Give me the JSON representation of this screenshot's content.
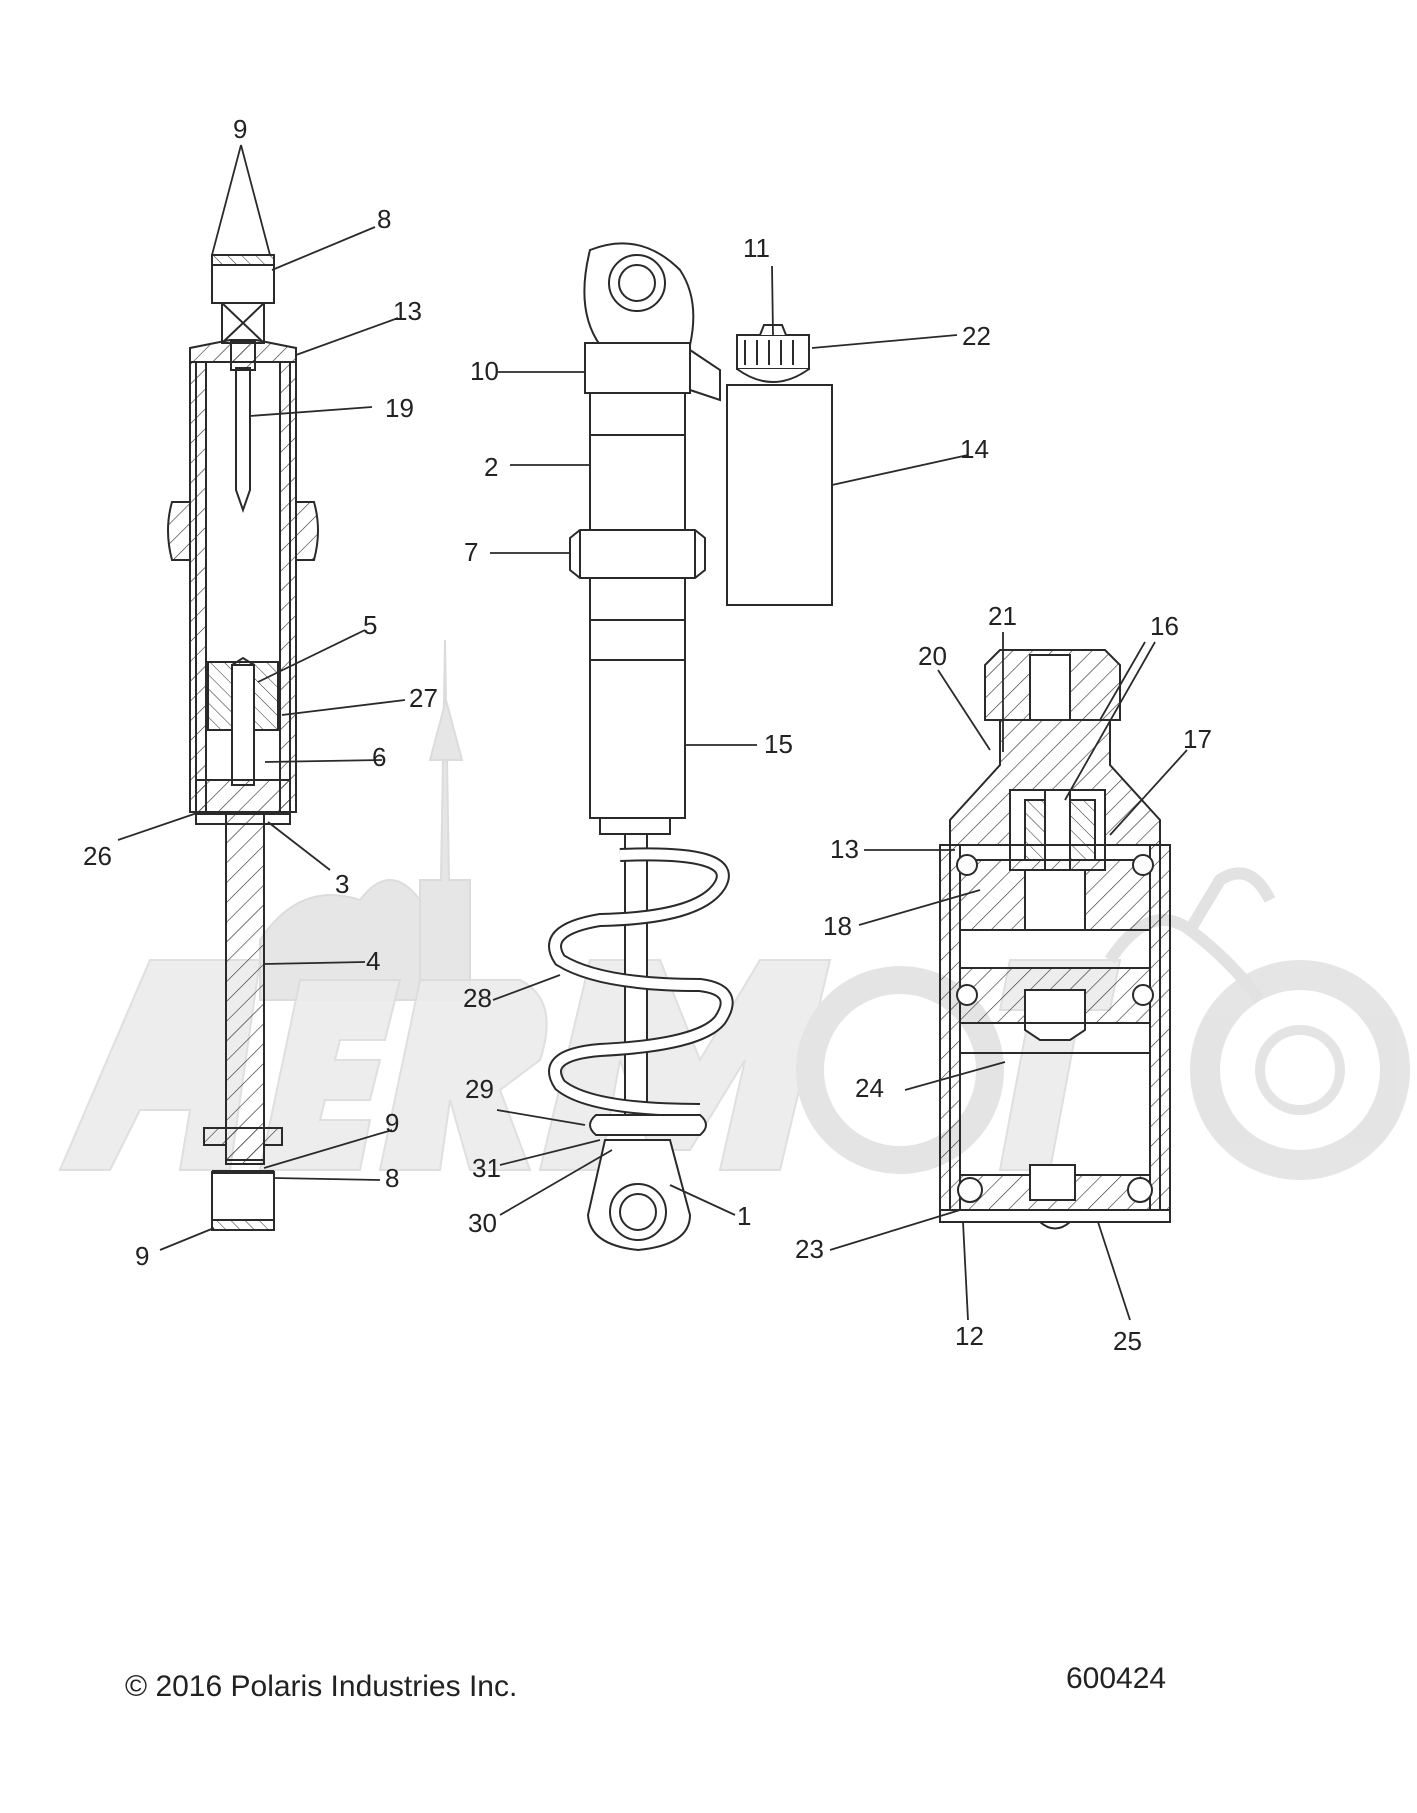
{
  "diagram": {
    "callouts": {
      "c9a": "9",
      "c8a": "8",
      "c13a": "13",
      "c19": "19",
      "c5": "5",
      "c27": "27",
      "c6": "6",
      "c26": "26",
      "c3": "3",
      "c4": "4",
      "c9b": "9",
      "c8b": "8",
      "c9c": "9",
      "c11": "11",
      "c22": "22",
      "c10": "10",
      "c2": "2",
      "c14": "14",
      "c7": "7",
      "c15": "15",
      "c28": "28",
      "c29": "29",
      "c31": "31",
      "c30": "30",
      "c1": "1",
      "c21": "21",
      "c16": "16",
      "c20": "20",
      "c17": "17",
      "c13b": "13",
      "c18": "18",
      "c24": "24",
      "c23": "23",
      "c12": "12",
      "c25": "25"
    },
    "watermark_text": "AerMoto",
    "line_color": "#2a2a2a",
    "watermark_color": "#e4e4e4"
  },
  "footer": {
    "copyright": "© 2016 Polaris Industries Inc.",
    "drawing_number": "600424"
  }
}
